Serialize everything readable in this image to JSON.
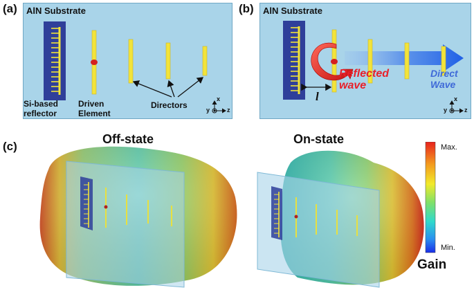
{
  "panel_a": {
    "label": "(a)",
    "substrate": "AlN Substrate",
    "reflector_label": "Si-based\nreflector",
    "driven_label": "Driven\nElement",
    "directors_label": "Directors",
    "axis": {
      "x": "x",
      "y": "y",
      "z": "z"
    }
  },
  "panel_b": {
    "label": "(b)",
    "substrate": "AlN Substrate",
    "length_symbol": "l",
    "reflected_wave": "Reflected\nwave",
    "direct_wave": "Direct\nWave",
    "axis": {
      "x": "x",
      "y": "y",
      "z": "z"
    }
  },
  "panel_c": {
    "label": "(c)",
    "off_state": "Off-state",
    "on_state": "On-state",
    "colorbar": {
      "max": "Max.",
      "min": "Min.",
      "title": "Gain"
    }
  },
  "colors": {
    "substrate": "#a8d3e8",
    "reflector": "#2f3f9a",
    "element": "#f2e33a",
    "reflected_arrow": "#e02020",
    "direct_arrow": "#2f6ee8"
  }
}
